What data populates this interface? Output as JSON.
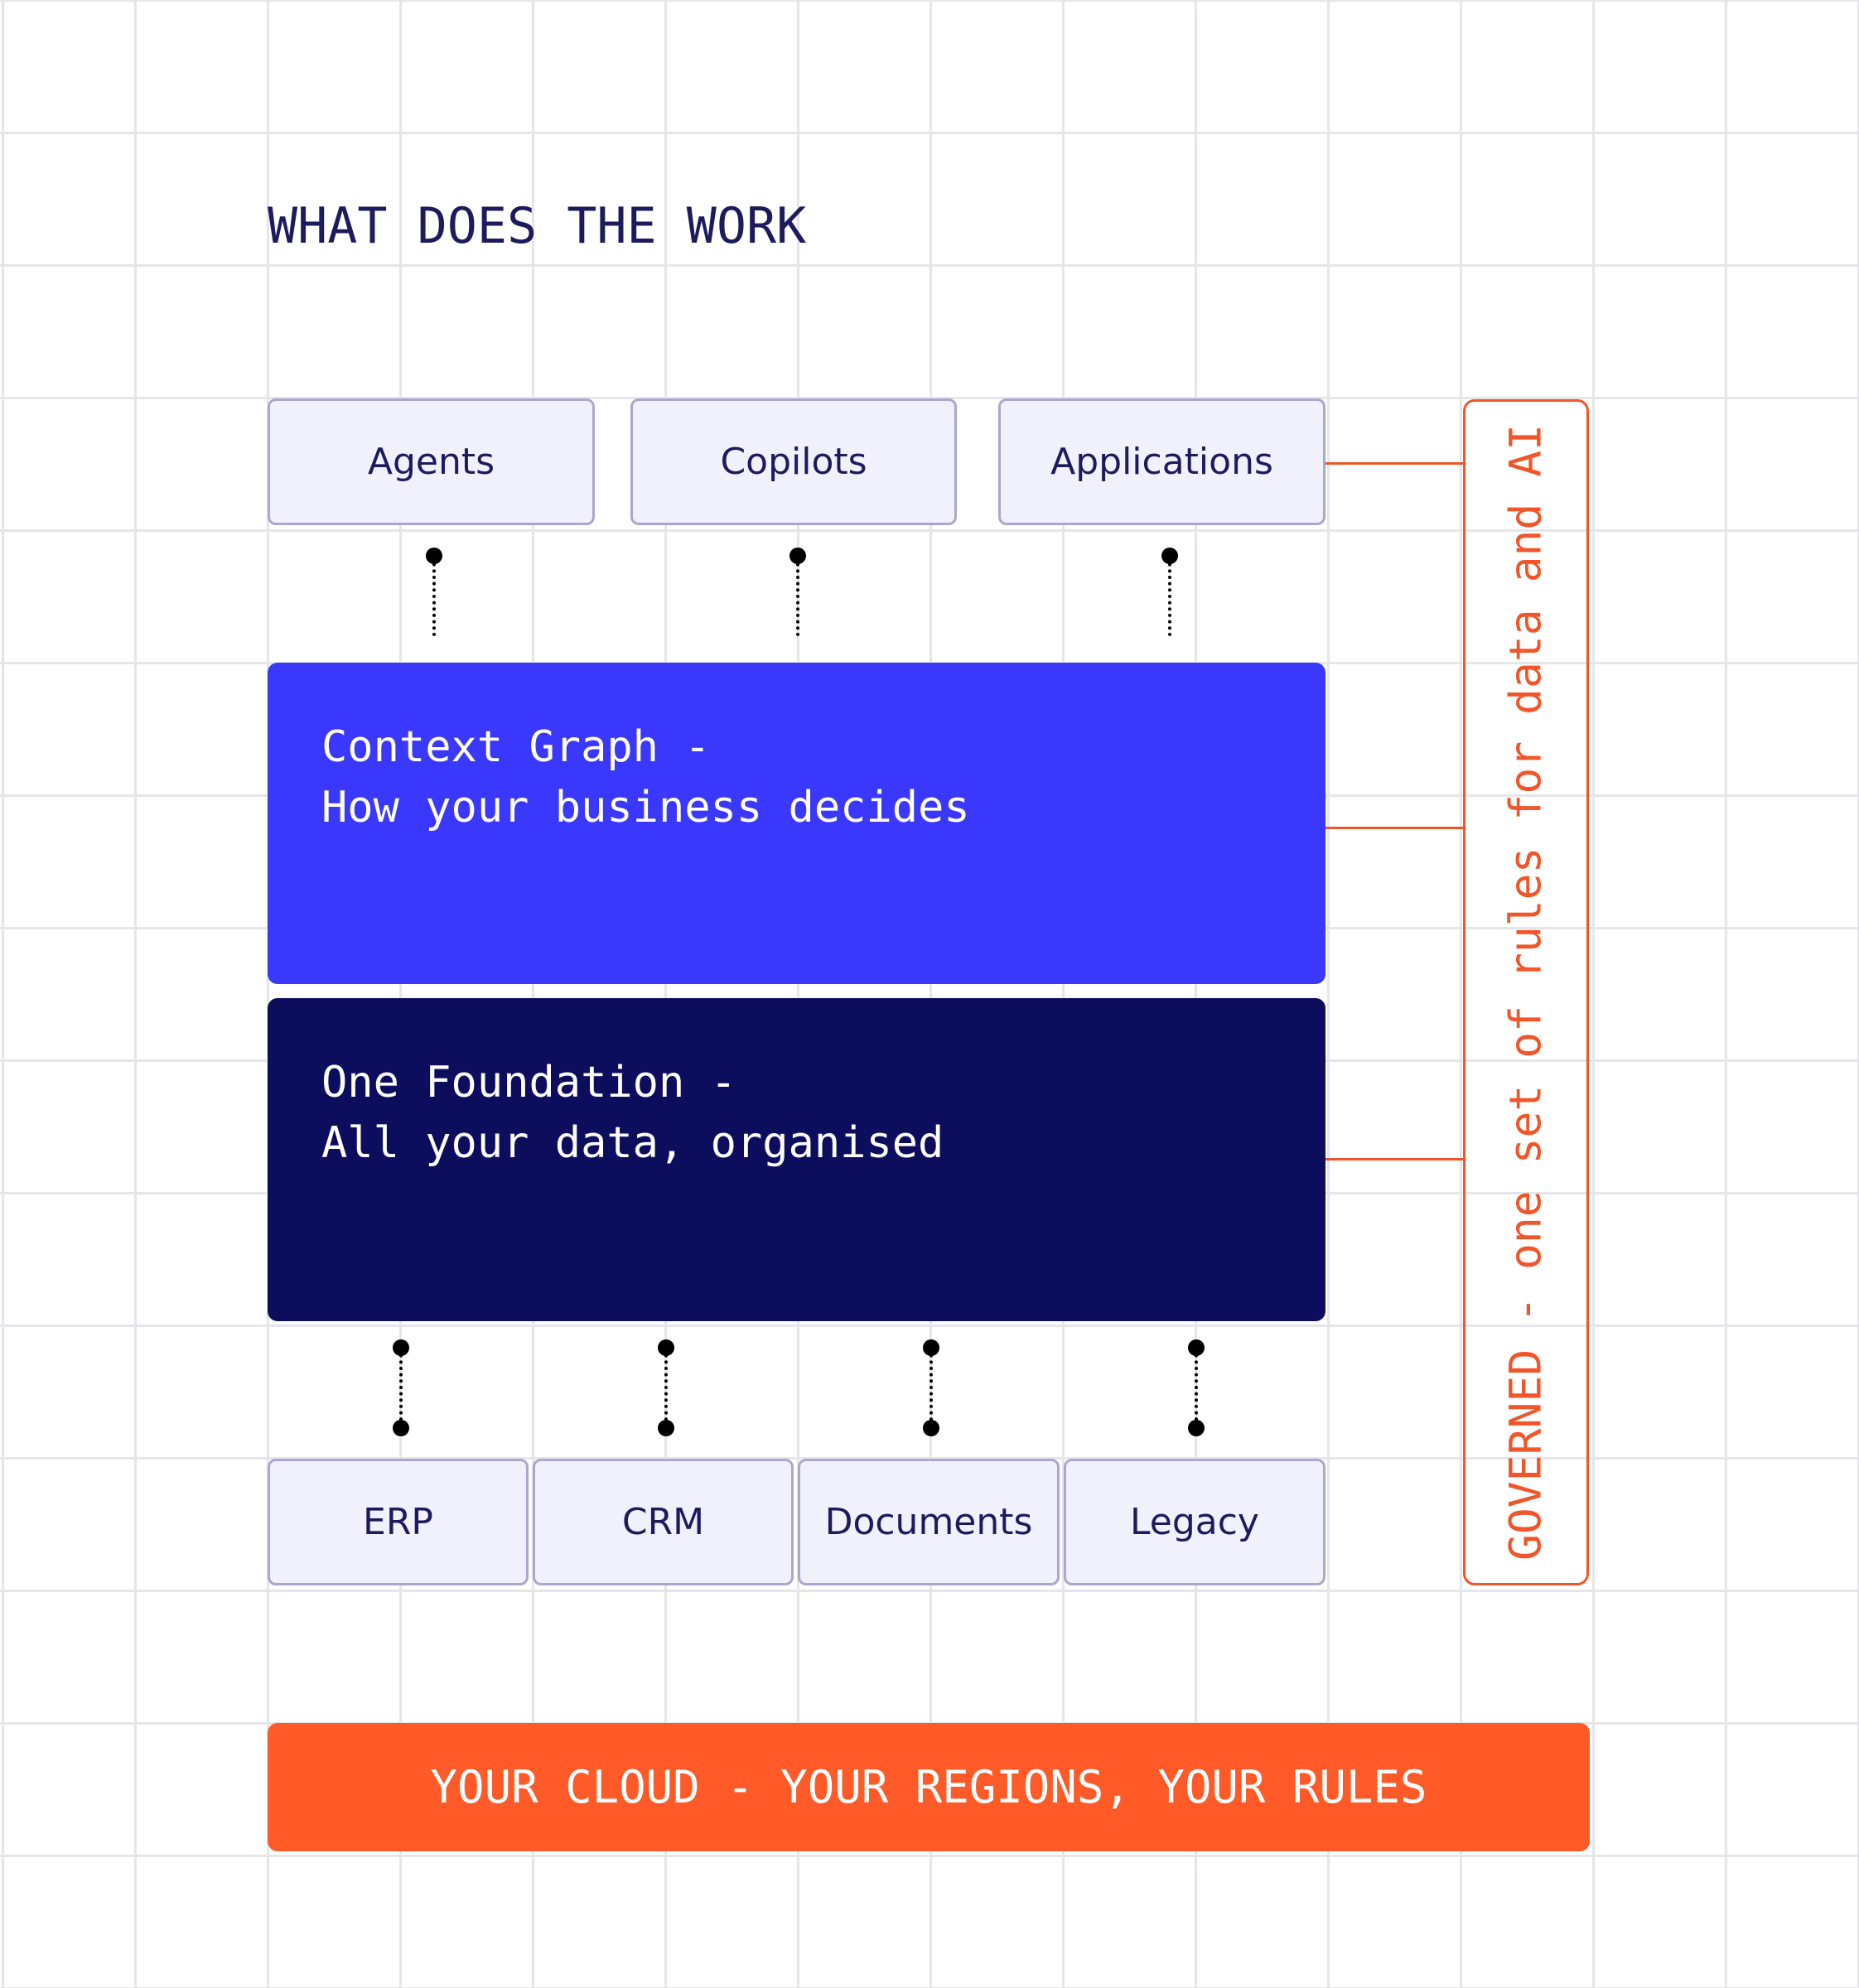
{
  "title": "WHAT DOES THE WORK",
  "top_boxes": [
    "Agents",
    "Copilots",
    "Applications"
  ],
  "context_graph": {
    "line1": "Context Graph -",
    "line2": "How your business decides"
  },
  "foundation": {
    "line1": "One Foundation -",
    "line2": "All your data, organised"
  },
  "source_boxes": [
    "ERP",
    "CRM",
    "Documents",
    "Legacy"
  ],
  "governed": "GOVERNED - one set of rules for data and AI",
  "cloud": "YOUR CLOUD - YOUR REGIONS, YOUR RULES",
  "colors": {
    "accent_blue": "#3b38fe",
    "navy": "#0d0d5e",
    "orange": "#ff5a27",
    "box_fill": "#f1f1fd"
  }
}
